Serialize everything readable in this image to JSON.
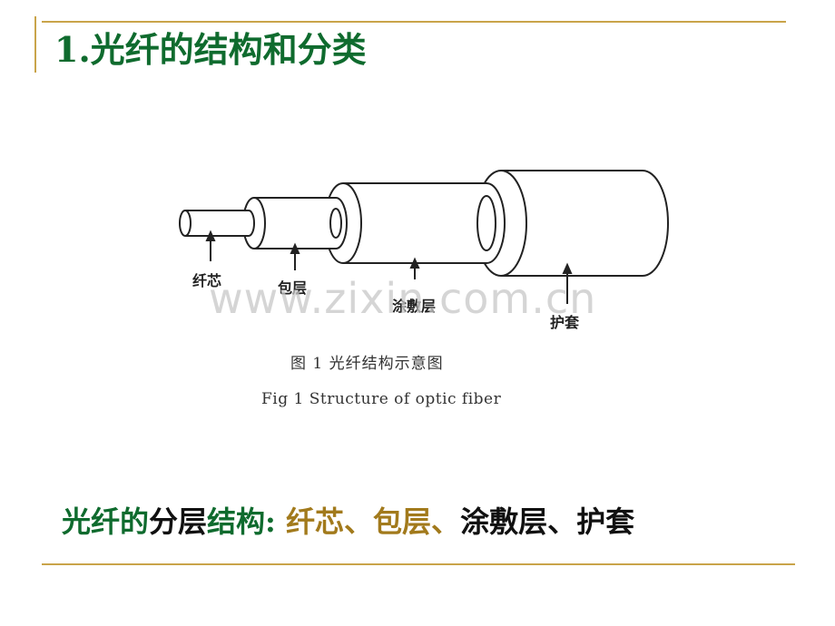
{
  "slide": {
    "title": "1.光纤的结构和分类"
  },
  "figure": {
    "labels": {
      "core": "纤芯",
      "cladding": "包层",
      "coating": "涂敷层",
      "jacket": "护套"
    },
    "caption_cn": "图 1   光纤结构示意图",
    "caption_en": "Fig  1    Structure of optic fiber"
  },
  "watermark": "www.zixin.com.cn",
  "summary": {
    "part1": "光纤的",
    "part2": "分层",
    "part3": "结构: ",
    "core": "纤芯",
    "sep1": "、",
    "cladding": "包层",
    "sep2": "、",
    "coating": "涂敷层",
    "sep3": "、",
    "jacket": "护套"
  },
  "colors": {
    "title_green": "#0f6b2e",
    "accent_gold": "#a27a1c",
    "rule_gold": "#c9a44a"
  }
}
